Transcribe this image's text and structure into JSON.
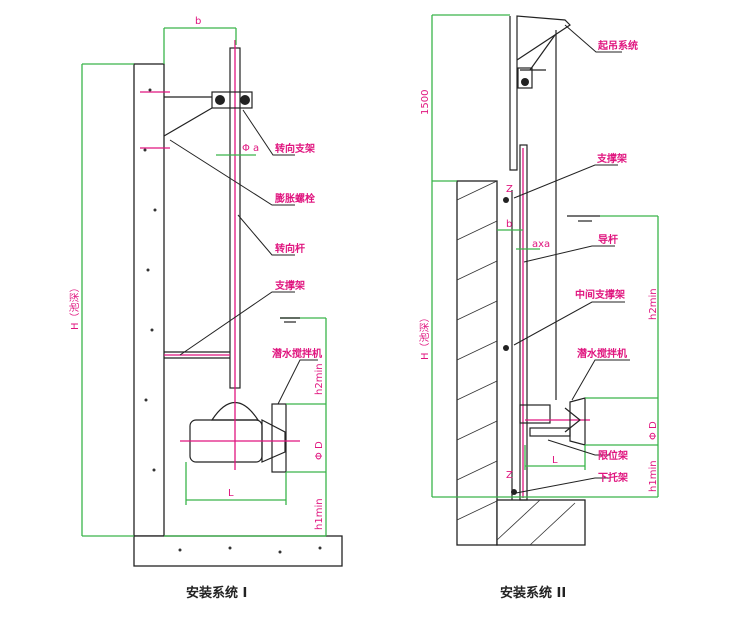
{
  "diagram_1": {
    "caption": "安装系统 I",
    "dim_b": "b",
    "dim_phi_a": "Φ a",
    "dim_H": "H（池深）",
    "dim_h2": "h2min",
    "dim_D": "Φ D",
    "dim_L": "L",
    "dim_h1": "h1min",
    "labels": [
      "转向支架",
      "膨胀螺栓",
      "转向杆",
      "支撑架",
      "潜水搅拌机"
    ]
  },
  "diagram_2": {
    "caption": "安装系统 II",
    "dim_1500": "1500",
    "dim_H": "H（池深）",
    "dim_Z_top": "Z",
    "dim_Z_bottom": "Z",
    "dim_b": "b",
    "dim_axa": "axa",
    "dim_h2": "h2min",
    "dim_D": "Φ D",
    "dim_L": "L",
    "dim_h1": "h1min",
    "labels": [
      "起吊系统",
      "支撑架",
      "导杆",
      "中间支撑架",
      "潜水搅拌机",
      "限位架",
      "下托架"
    ]
  },
  "colors": {
    "dimension": "#3ab54a",
    "label": "#e0157f",
    "line": "#222222"
  }
}
